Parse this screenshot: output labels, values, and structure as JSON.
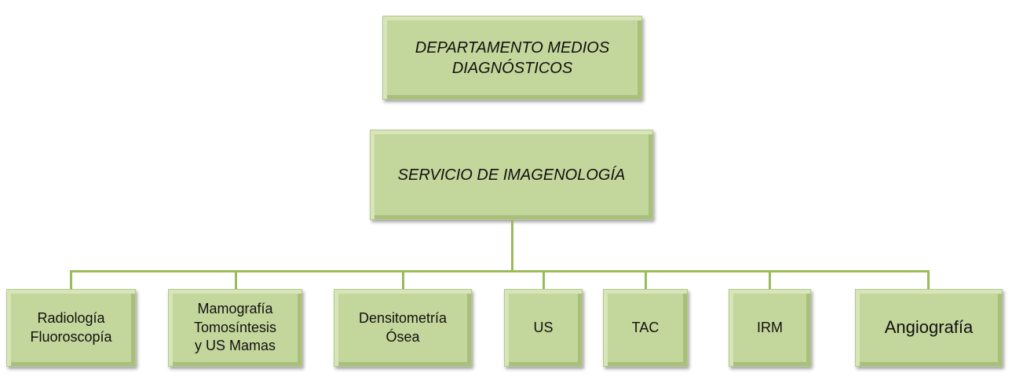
{
  "department": {
    "label": "DEPARTAMENTO MEDIOS\nDIAGNÓSTICOS"
  },
  "service": {
    "label": "SERVICIO DE IMAGENOLOGÍA"
  },
  "units": [
    {
      "label": "Radiología\nFluoroscopía"
    },
    {
      "label": "Mamografía\nTomosíntesis\ny US Mamas"
    },
    {
      "label": "Densitometría\nÓsea"
    },
    {
      "label": "US"
    },
    {
      "label": "TAC"
    },
    {
      "label": "IRM"
    },
    {
      "label": "Angiografía"
    }
  ],
  "colors": {
    "box": "#c3d69b",
    "connector": "#9bbb59"
  }
}
